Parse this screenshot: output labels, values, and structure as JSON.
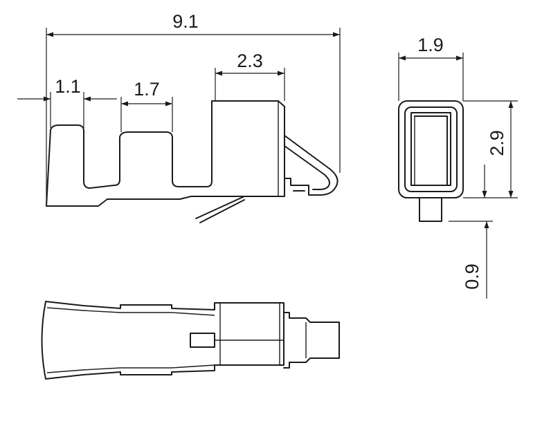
{
  "dimensions": {
    "overall_length": "9.1",
    "insulation_crimp_width": "1.1",
    "wire_crimp_width": "1.7",
    "contact_box_width": "2.3",
    "end_view_width": "1.9",
    "end_view_height": "2.9",
    "pin_extension": "0.9"
  }
}
